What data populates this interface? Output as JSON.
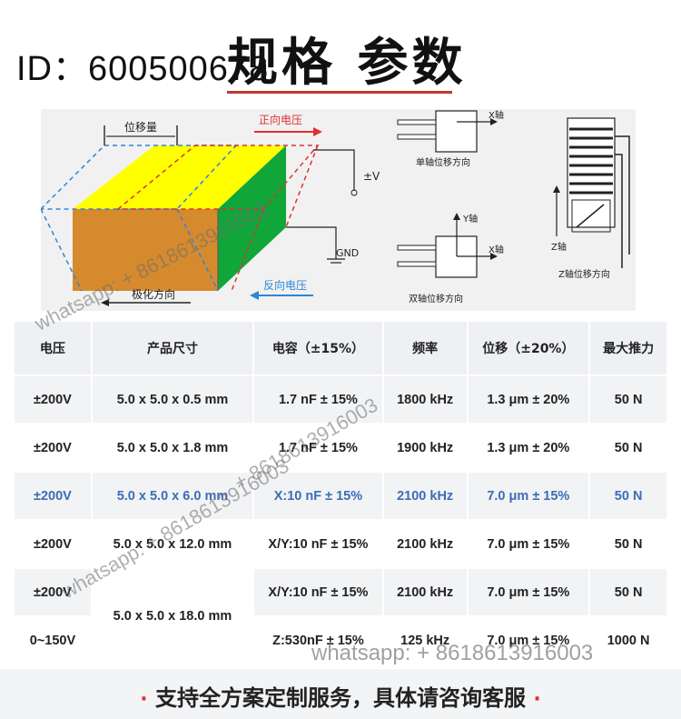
{
  "header": {
    "id_text": "ID：600500678",
    "title": "规格 参数"
  },
  "diagram": {
    "displacement_label": "位移量",
    "forward_voltage_label": "正向电压",
    "reverse_voltage_label": "反向电压",
    "polarization_label": "极化方向",
    "voltage_label": "±V",
    "gnd_label": "GND",
    "x_axis_label": "X轴",
    "y_axis_label": "Y轴",
    "z_axis_label": "Z轴",
    "single_axis_caption": "单轴位移方向",
    "dual_axis_caption": "双轴位移方向",
    "z_axis_caption": "Z轴位移方向"
  },
  "table": {
    "headers": [
      "电压",
      "产品尺寸",
      "电容（±15%）",
      "频率",
      "位移（±20%）",
      "最大推力"
    ],
    "rows": [
      [
        "±200V",
        "5.0 x 5.0 x 0.5 mm",
        "1.7 nF ± 15%",
        "1800 kHz",
        "1.3 μm ± 20%",
        "50 N"
      ],
      [
        "±200V",
        "5.0 x 5.0 x 1.8 mm",
        "1.7 nF ± 15%",
        "1900 kHz",
        "1.3 μm ± 20%",
        "50 N"
      ],
      [
        "±200V",
        "5.0 x 5.0 x 6.0 mm",
        "X:10 nF ± 15%",
        "2100 kHz",
        "7.0 μm ± 15%",
        "50 N"
      ],
      [
        "±200V",
        "5.0 x 5.0 x 12.0 mm",
        "X/Y:10 nF ± 15%",
        "2100 kHz",
        "7.0 μm ± 15%",
        "50 N"
      ],
      [
        "±200V",
        "5.0 x 5.0 x 18.0 mm",
        "X/Y:10 nF ± 15%",
        "2100 kHz",
        "7.0 μm ± 15%",
        "50 N"
      ],
      [
        "0~150V",
        "",
        "Z:530nF ± 15%",
        "125 kHz",
        "7.0 μm ± 15%",
        "1000 N"
      ]
    ]
  },
  "footer": {
    "dot_left": "·",
    "text": "支持全方案定制服务，具体请咨询客服",
    "dot_right": "·"
  },
  "watermarks": {
    "diag1": "whatsapp: + 8618613916003",
    "diag2": "whatsapp: + 8618613916003",
    "diag3": "+ 8618613916003",
    "flat": "whatsapp: + 8618613916003"
  },
  "colors": {
    "accent_red": "#c0392b",
    "highlight_blue": "#3b6db5",
    "piezo_yellow": "#ffff00",
    "piezo_orange": "#d68a2e",
    "piezo_green": "#10a63a"
  }
}
